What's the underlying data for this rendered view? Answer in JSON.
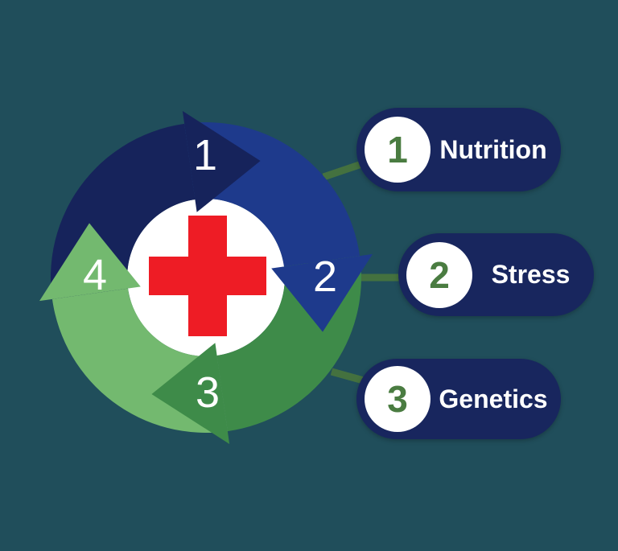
{
  "colors": {
    "background": "#204E5B",
    "pill": "#18265E",
    "num_green": "#4A7C41",
    "connector": "#44713F",
    "cross_red": "#EE1C25",
    "center_circle": "#FFFFFF",
    "ring_number": "#FFFFFF"
  },
  "diagram": {
    "type": "cycle",
    "center_icon": "medical-cross",
    "segments": [
      {
        "number": "1",
        "color": "#16235B"
      },
      {
        "number": "2",
        "color": "#1E3A8C"
      },
      {
        "number": "3",
        "color": "#3E8B49"
      },
      {
        "number": "4",
        "color": "#73B96F"
      }
    ]
  },
  "labels": [
    {
      "number": "1",
      "text": "Nutrition"
    },
    {
      "number": "2",
      "text": "Stress"
    },
    {
      "number": "3",
      "text": "Genetics"
    }
  ]
}
